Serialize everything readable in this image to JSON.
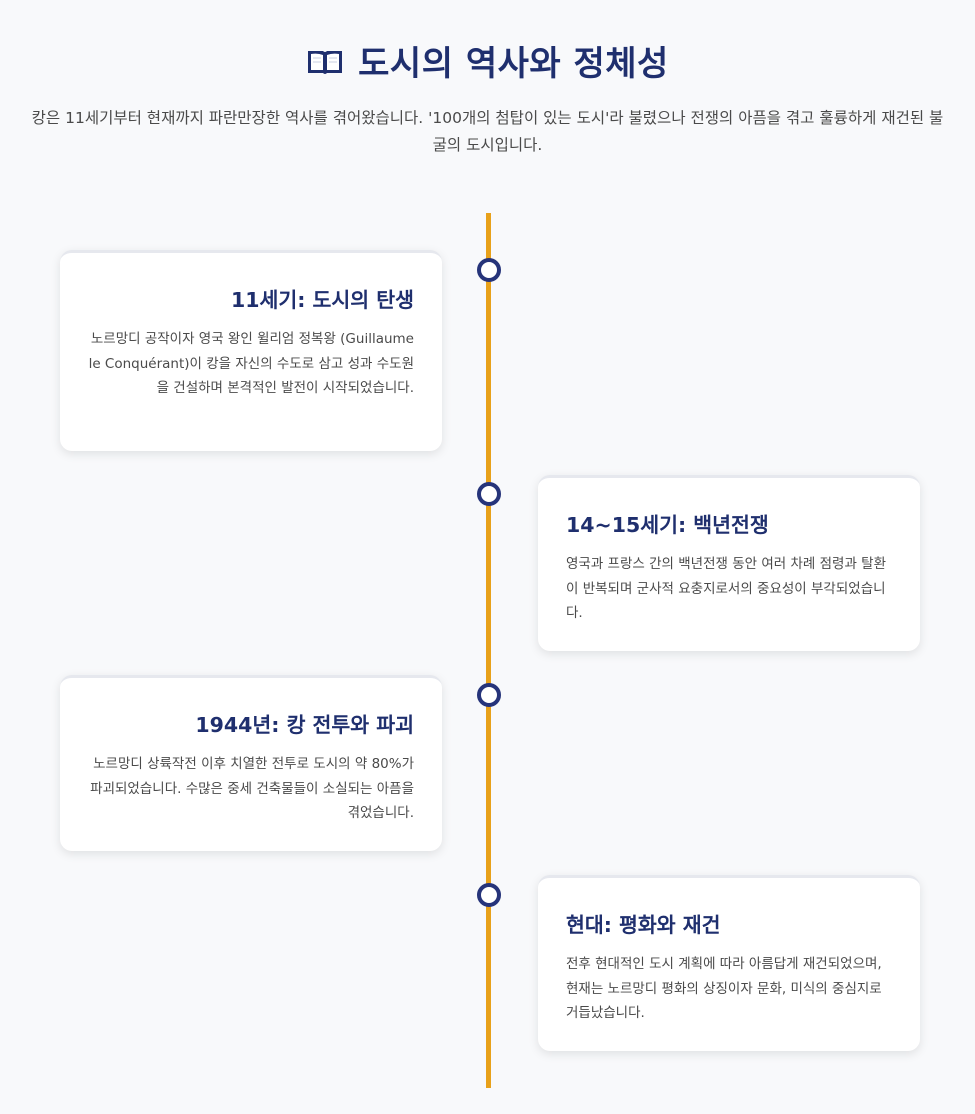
{
  "header": {
    "icon": "open-book-icon",
    "title": "도시의 역사와 정체성",
    "intro": "캉은 11세기부터 현재까지 파란만장한 역사를 겪어왔습니다. '100개의 첨탑이 있는 도시'라 불렸으나 전쟁의 아픔을 겪고 훌륭하게 재건된 불굴의 도시입니다."
  },
  "colors": {
    "accent_line": "#e8a11a",
    "marker": "#26347a",
    "title": "#1f2f6e"
  },
  "timeline": [
    {
      "title": "11세기: 도시의 탄생",
      "text": "노르망디 공작이자 영국 왕인 윌리엄 정복왕 (Guillaume le Conquérant)이 캉을 자신의 수도로 삼고 성과 수도원을 건설하며 본격적인 발전이 시작되었습니다."
    },
    {
      "title": "14~15세기: 백년전쟁",
      "text": "영국과 프랑스 간의 백년전쟁 동안 여러 차례 점령과 탈환이 반복되며 군사적 요충지로서의 중요성이 부각되었습니다."
    },
    {
      "title": "1944년: 캉 전투와 파괴",
      "text": "노르망디 상륙작전 이후 치열한 전투로 도시의 약 80%가 파괴되었습니다. 수많은 중세 건축물들이 소실되는 아픔을 겪었습니다."
    },
    {
      "title": "현대: 평화와 재건",
      "text": "전후 현대적인 도시 계획에 따라 아름답게 재건되었으며, 현재는 노르망디 평화의 상징이자 문화, 미식의 중심지로 거듭났습니다."
    }
  ]
}
